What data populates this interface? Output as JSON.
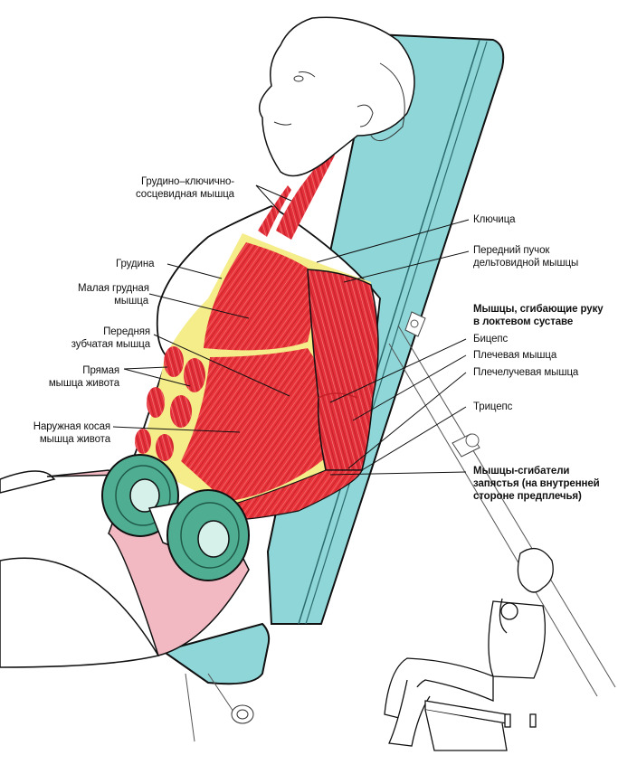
{
  "diagram": {
    "subject": "Seated incline dumbbell curl — muscles worked",
    "colors": {
      "muscle": "#e8343a",
      "muscle_dark": "#c41e26",
      "fat_yellow": "#f5ec8a",
      "bench": "#8fd6d8",
      "bench_dark": "#5fbcc0",
      "dumbbell": "#4fae92",
      "dumbbell_dark": "#2f8a70",
      "shorts": "#f2b9c2",
      "outline": "#111111"
    },
    "labels_left": [
      {
        "id": "scm",
        "lines": [
          "Грудино–ключично-",
          "сосцевидная мышца"
        ]
      },
      {
        "id": "sternum",
        "lines": [
          "Грудина"
        ]
      },
      {
        "id": "pec_minor",
        "lines": [
          "Малая грудная",
          "мышца"
        ]
      },
      {
        "id": "serratus",
        "lines": [
          "Передняя",
          "зубчатая мышца"
        ]
      },
      {
        "id": "rectus_abdominis",
        "lines": [
          "Прямая",
          "мышца живота"
        ]
      },
      {
        "id": "external_oblique",
        "lines": [
          "Наружная косая",
          "мышца живота"
        ]
      }
    ],
    "labels_right": [
      {
        "id": "clavicle",
        "lines": [
          "Ключица"
        ]
      },
      {
        "id": "anterior_deltoid",
        "lines": [
          "Передний пучок",
          "дельтовидной мышцы"
        ]
      },
      {
        "id": "elbow_flexors_heading",
        "lines": [
          "Мышцы, сгибающие руку",
          "в локтевом суставе"
        ],
        "bold": true
      },
      {
        "id": "biceps",
        "lines": [
          "Бицепс"
        ]
      },
      {
        "id": "brachialis",
        "lines": [
          "Плечевая мышца"
        ]
      },
      {
        "id": "brachioradialis",
        "lines": [
          "Плечелучевая мышца"
        ]
      },
      {
        "id": "triceps",
        "lines": [
          "Трицепс"
        ]
      },
      {
        "id": "wrist_flexors",
        "lines": [
          "Мышцы-сгибатели",
          "запястья (на внутренней",
          "стороне предплечья)"
        ],
        "bold": true
      }
    ]
  }
}
